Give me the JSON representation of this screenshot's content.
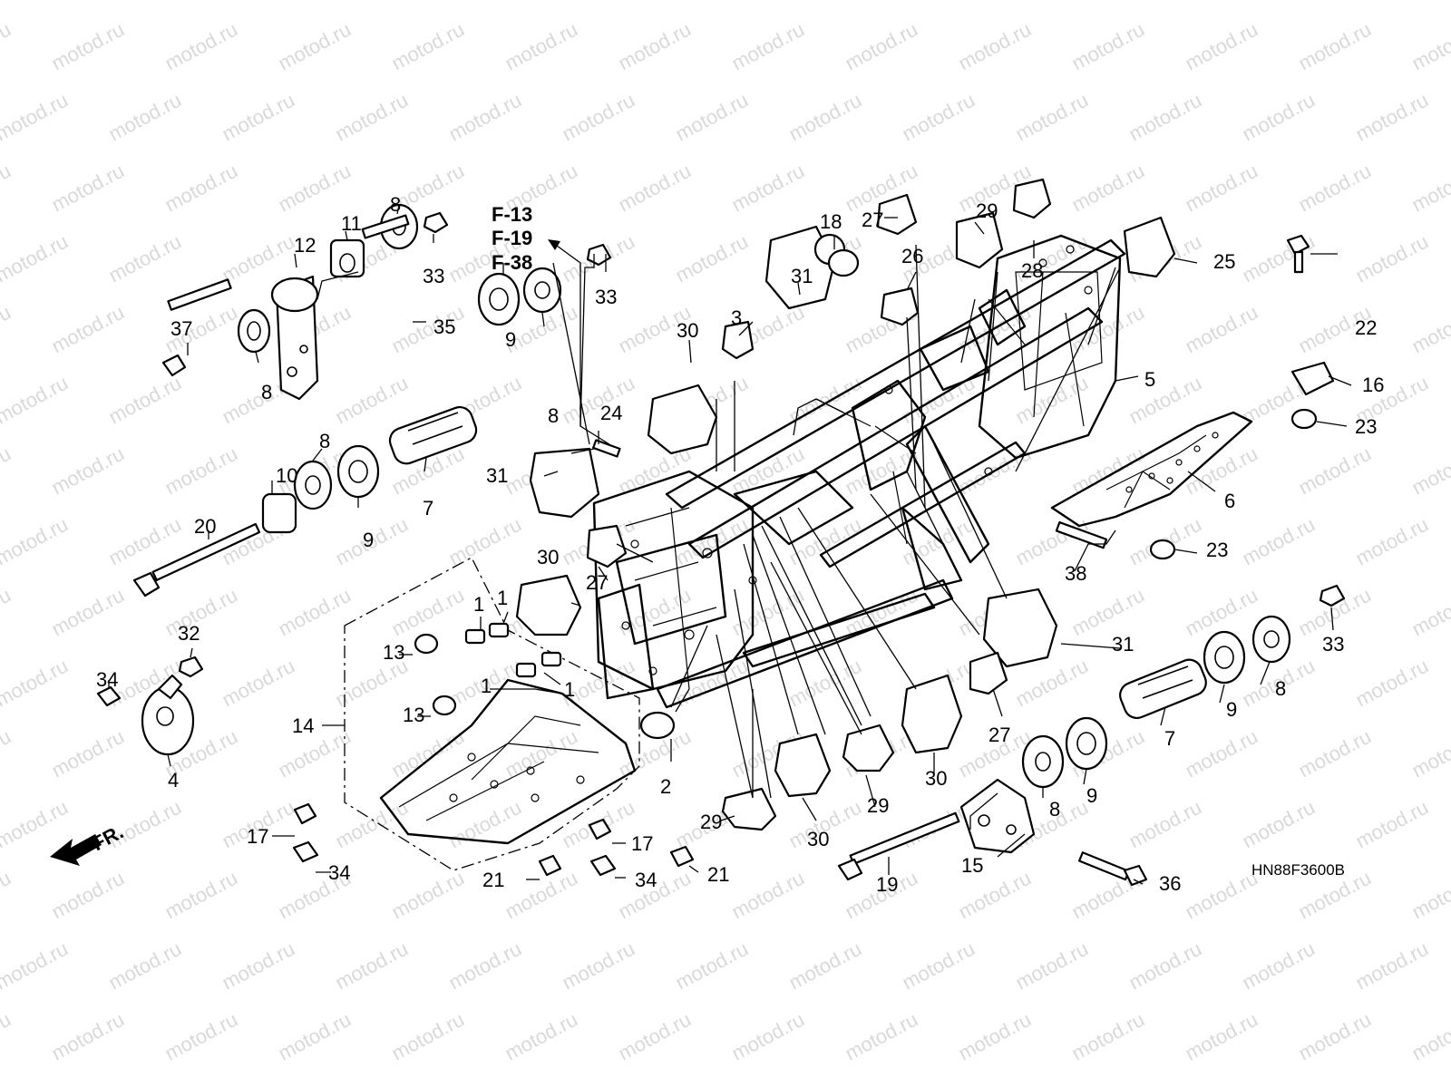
{
  "watermark": "motod.ru",
  "diagram_code": "HN88F3600B",
  "reference_pages": [
    "F-13",
    "F-19",
    "F-38"
  ],
  "front_label": "FR.",
  "callouts": [
    {
      "id": "c1a",
      "n": "1"
    },
    {
      "id": "c1b",
      "n": "1"
    },
    {
      "id": "c1c",
      "n": "1"
    },
    {
      "id": "c1d",
      "n": "1"
    },
    {
      "id": "c2",
      "n": "2"
    },
    {
      "id": "c3",
      "n": "3"
    },
    {
      "id": "c4",
      "n": "4"
    },
    {
      "id": "c5",
      "n": "5"
    },
    {
      "id": "c6",
      "n": "6"
    },
    {
      "id": "c7a",
      "n": "7"
    },
    {
      "id": "c7b",
      "n": "7"
    },
    {
      "id": "c8a",
      "n": "8"
    },
    {
      "id": "c8b",
      "n": "8"
    },
    {
      "id": "c8c",
      "n": "8"
    },
    {
      "id": "c8d",
      "n": "8"
    },
    {
      "id": "c8e",
      "n": "8"
    },
    {
      "id": "c8f",
      "n": "8"
    },
    {
      "id": "c9a",
      "n": "9"
    },
    {
      "id": "c9b",
      "n": "9"
    },
    {
      "id": "c9c",
      "n": "9"
    },
    {
      "id": "c9d",
      "n": "9"
    },
    {
      "id": "c10",
      "n": "10"
    },
    {
      "id": "c11",
      "n": "11"
    },
    {
      "id": "c12",
      "n": "12"
    },
    {
      "id": "c13a",
      "n": "13"
    },
    {
      "id": "c13b",
      "n": "13"
    },
    {
      "id": "c14",
      "n": "14"
    },
    {
      "id": "c15",
      "n": "15"
    },
    {
      "id": "c16",
      "n": "16"
    },
    {
      "id": "c17a",
      "n": "17"
    },
    {
      "id": "c17b",
      "n": "17"
    },
    {
      "id": "c18",
      "n": "18"
    },
    {
      "id": "c19",
      "n": "19"
    },
    {
      "id": "c20",
      "n": "20"
    },
    {
      "id": "c21a",
      "n": "21"
    },
    {
      "id": "c21b",
      "n": "21"
    },
    {
      "id": "c22",
      "n": "22"
    },
    {
      "id": "c23a",
      "n": "23"
    },
    {
      "id": "c23b",
      "n": "23"
    },
    {
      "id": "c24",
      "n": "24"
    },
    {
      "id": "c25",
      "n": "25"
    },
    {
      "id": "c26",
      "n": "26"
    },
    {
      "id": "c27a",
      "n": "27"
    },
    {
      "id": "c27b",
      "n": "27"
    },
    {
      "id": "c27c",
      "n": "27"
    },
    {
      "id": "c28",
      "n": "28"
    },
    {
      "id": "c29a",
      "n": "29"
    },
    {
      "id": "c29b",
      "n": "29"
    },
    {
      "id": "c29c",
      "n": "29"
    },
    {
      "id": "c30a",
      "n": "30"
    },
    {
      "id": "c30b",
      "n": "30"
    },
    {
      "id": "c30c",
      "n": "30"
    },
    {
      "id": "c30d",
      "n": "30"
    },
    {
      "id": "c31a",
      "n": "31"
    },
    {
      "id": "c31b",
      "n": "31"
    },
    {
      "id": "c31c",
      "n": "31"
    },
    {
      "id": "c32",
      "n": "32"
    },
    {
      "id": "c33a",
      "n": "33"
    },
    {
      "id": "c33b",
      "n": "33"
    },
    {
      "id": "c33c",
      "n": "33"
    },
    {
      "id": "c34a",
      "n": "34"
    },
    {
      "id": "c34b",
      "n": "34"
    },
    {
      "id": "c34c",
      "n": "34"
    },
    {
      "id": "c35",
      "n": "35"
    },
    {
      "id": "c36",
      "n": "36"
    },
    {
      "id": "c37",
      "n": "37"
    },
    {
      "id": "c38",
      "n": "38"
    }
  ]
}
